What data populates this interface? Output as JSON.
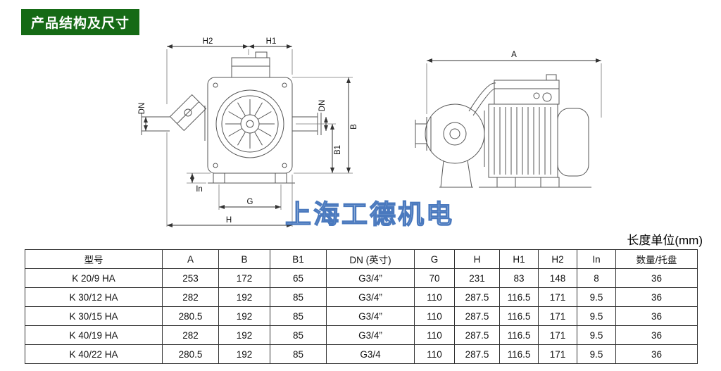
{
  "banner": {
    "title": "产品结构及尺寸"
  },
  "watermark": {
    "text": "上海工德机电"
  },
  "unit_note": {
    "text": "长度单位(mm)"
  },
  "colors": {
    "banner_bg": "#156a15",
    "banner_text": "#ffffff",
    "watermark_blue": "#4a79be",
    "line_art": "#555555"
  },
  "drawings": {
    "front": {
      "h2": "H2",
      "h1": "H1",
      "dn_left": "DN",
      "dn_right": "DN",
      "b": "B",
      "b1": "B1",
      "in_label": "In",
      "g": "G",
      "h": "H"
    },
    "side": {
      "a": "A"
    }
  },
  "table": {
    "headers": [
      "型号",
      "A",
      "B",
      "B1",
      "DN (英寸)",
      "G",
      "H",
      "H1",
      "H2",
      "In",
      "数量/托盘"
    ],
    "rows": [
      [
        "K 20/9 HA",
        "253",
        "172",
        "65",
        "G3/4”",
        "70",
        "231",
        "83",
        "148",
        "8",
        "36"
      ],
      [
        "K 30/12 HA",
        "282",
        "192",
        "85",
        "G3/4”",
        "110",
        "287.5",
        "116.5",
        "171",
        "9.5",
        "36"
      ],
      [
        "K 30/15 HA",
        "280.5",
        "192",
        "85",
        "G3/4”",
        "110",
        "287.5",
        "116.5",
        "171",
        "9.5",
        "36"
      ],
      [
        "K 40/19 HA",
        "282",
        "192",
        "85",
        "G3/4”",
        "110",
        "287.5",
        "116.5",
        "171",
        "9.5",
        "36"
      ],
      [
        "K 40/22 HA",
        "280.5",
        "192",
        "85",
        "G3/4",
        "110",
        "287.5",
        "116.5",
        "171",
        "9.5",
        "36"
      ]
    ]
  }
}
